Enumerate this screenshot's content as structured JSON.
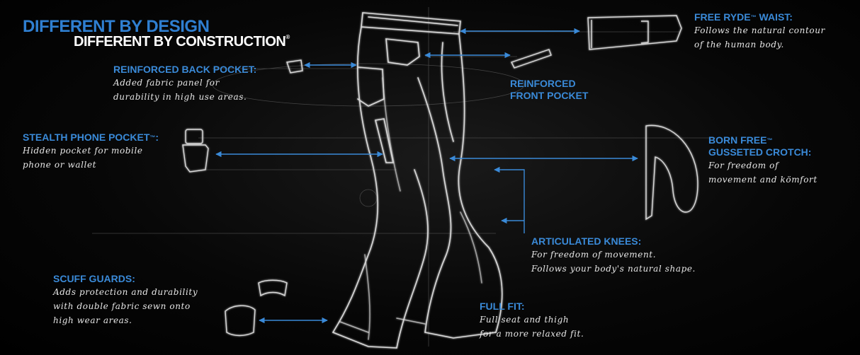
{
  "headline": {
    "line1": "DIFFERENT BY DESIGN",
    "line2": "DIFFERENT BY CONSTRUCTION",
    "line2_mark": "®"
  },
  "features": {
    "waist": {
      "title": "FREE RYDE",
      "mark": "™",
      "title_suffix": " WAIST:",
      "desc": [
        "Follows the natural contour",
        "of the human body."
      ]
    },
    "back_pocket": {
      "title": "REINFORCED BACK POCKET:",
      "desc": [
        "Added fabric panel for",
        "durability in high use areas."
      ]
    },
    "front_pocket": {
      "title": [
        "REINFORCED",
        "FRONT POCKET"
      ]
    },
    "phone_pocket": {
      "title": "STEALTH PHONE POCKET",
      "mark": "™",
      "title_suffix": ":",
      "desc": [
        "Hidden pocket for mobile",
        "phone or wallet"
      ]
    },
    "crotch": {
      "title": "BORN FREE",
      "mark": "™",
      "title2": "GUSSETED CROTCH:",
      "desc": [
        "For freedom of",
        "movement and kömfort"
      ]
    },
    "knees": {
      "title": "ARTICULATED KNEES:",
      "desc": [
        "For freedom of movement.",
        "Follows your body's natural shape."
      ]
    },
    "scuff": {
      "title": "SCUFF GUARDS:",
      "desc": [
        "Adds protection and durability",
        "with double fabric sewn onto",
        "high wear areas."
      ]
    },
    "fit": {
      "title": "FULL FIT:",
      "desc": [
        "Full seat and thigh",
        "for a more relaxed fit."
      ]
    }
  },
  "colors": {
    "accent": "#2f7fd1",
    "arrow": "#3a8ad8",
    "sketch": "#d9d9d9",
    "background": "#000000"
  }
}
